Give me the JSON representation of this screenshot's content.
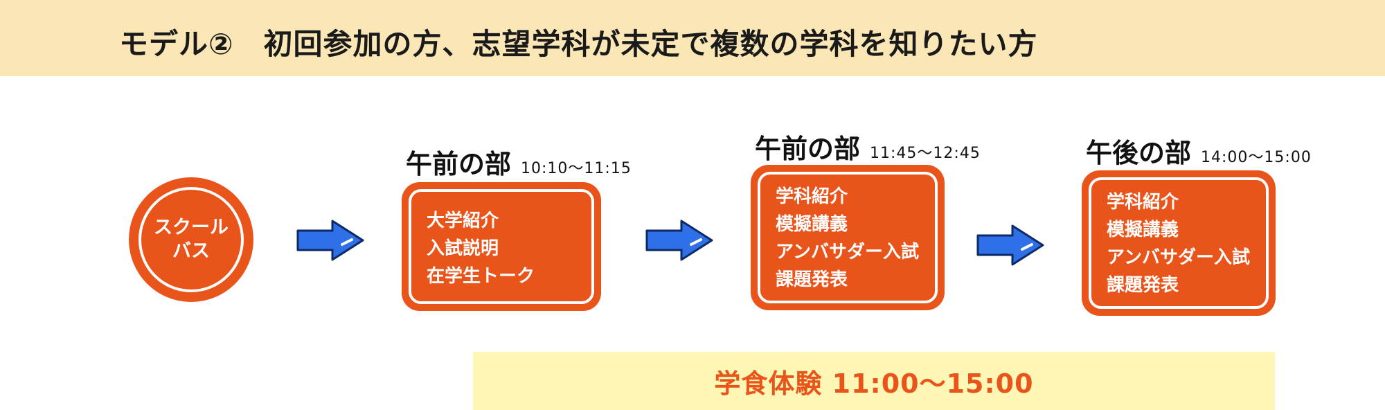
{
  "header": {
    "title": "モデル②　初回参加の方、志望学科が未定で複数の学科を知りたい方"
  },
  "start": {
    "label_line1": "スクール",
    "label_line2": "バス"
  },
  "sessions": [
    {
      "name": "午前の部",
      "time": "10:10～11:15",
      "items": [
        "大学紹介",
        "入試説明",
        "在学生トーク"
      ]
    },
    {
      "name": "午前の部",
      "time": "11:45～12:45",
      "items": [
        "学科紹介",
        "模擬講義",
        "アンバサダー入試",
        "課題発表"
      ]
    },
    {
      "name": "午後の部",
      "time": "14:00～15:00",
      "items": [
        "学科紹介",
        "模擬講義",
        "アンバサダー入試",
        "課題発表"
      ]
    }
  ],
  "cafeteria": {
    "label": "学食体験 11:00～15:00"
  },
  "colors": {
    "accent_orange": "#e9541b",
    "arrow_blue": "#2f6fe8",
    "header_bg": "#fbe6b6",
    "cafeteria_bg": "#fdf6b4"
  }
}
